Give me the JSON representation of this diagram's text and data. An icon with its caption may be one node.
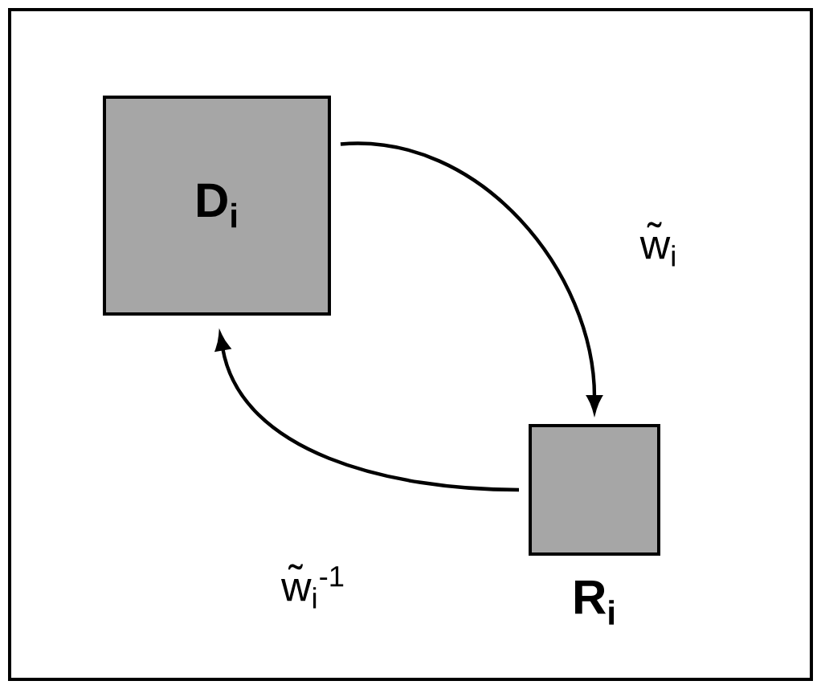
{
  "diagram": {
    "nodes": [
      {
        "text": [
          "D$_{i}$"
        ]
      },
      {
        "text": [
          "R$_{i}$"
        ]
      }
    ],
    "edges": [
      {
        "from": 0,
        "to": 1,
        "arrow": "to",
        "label": "w̃$_{i}$"
      },
      {
        "from": 1,
        "to": 0,
        "arrow": "to",
        "label": "w̃$_{i}$$^{-1}$"
      }
    ]
  }
}
